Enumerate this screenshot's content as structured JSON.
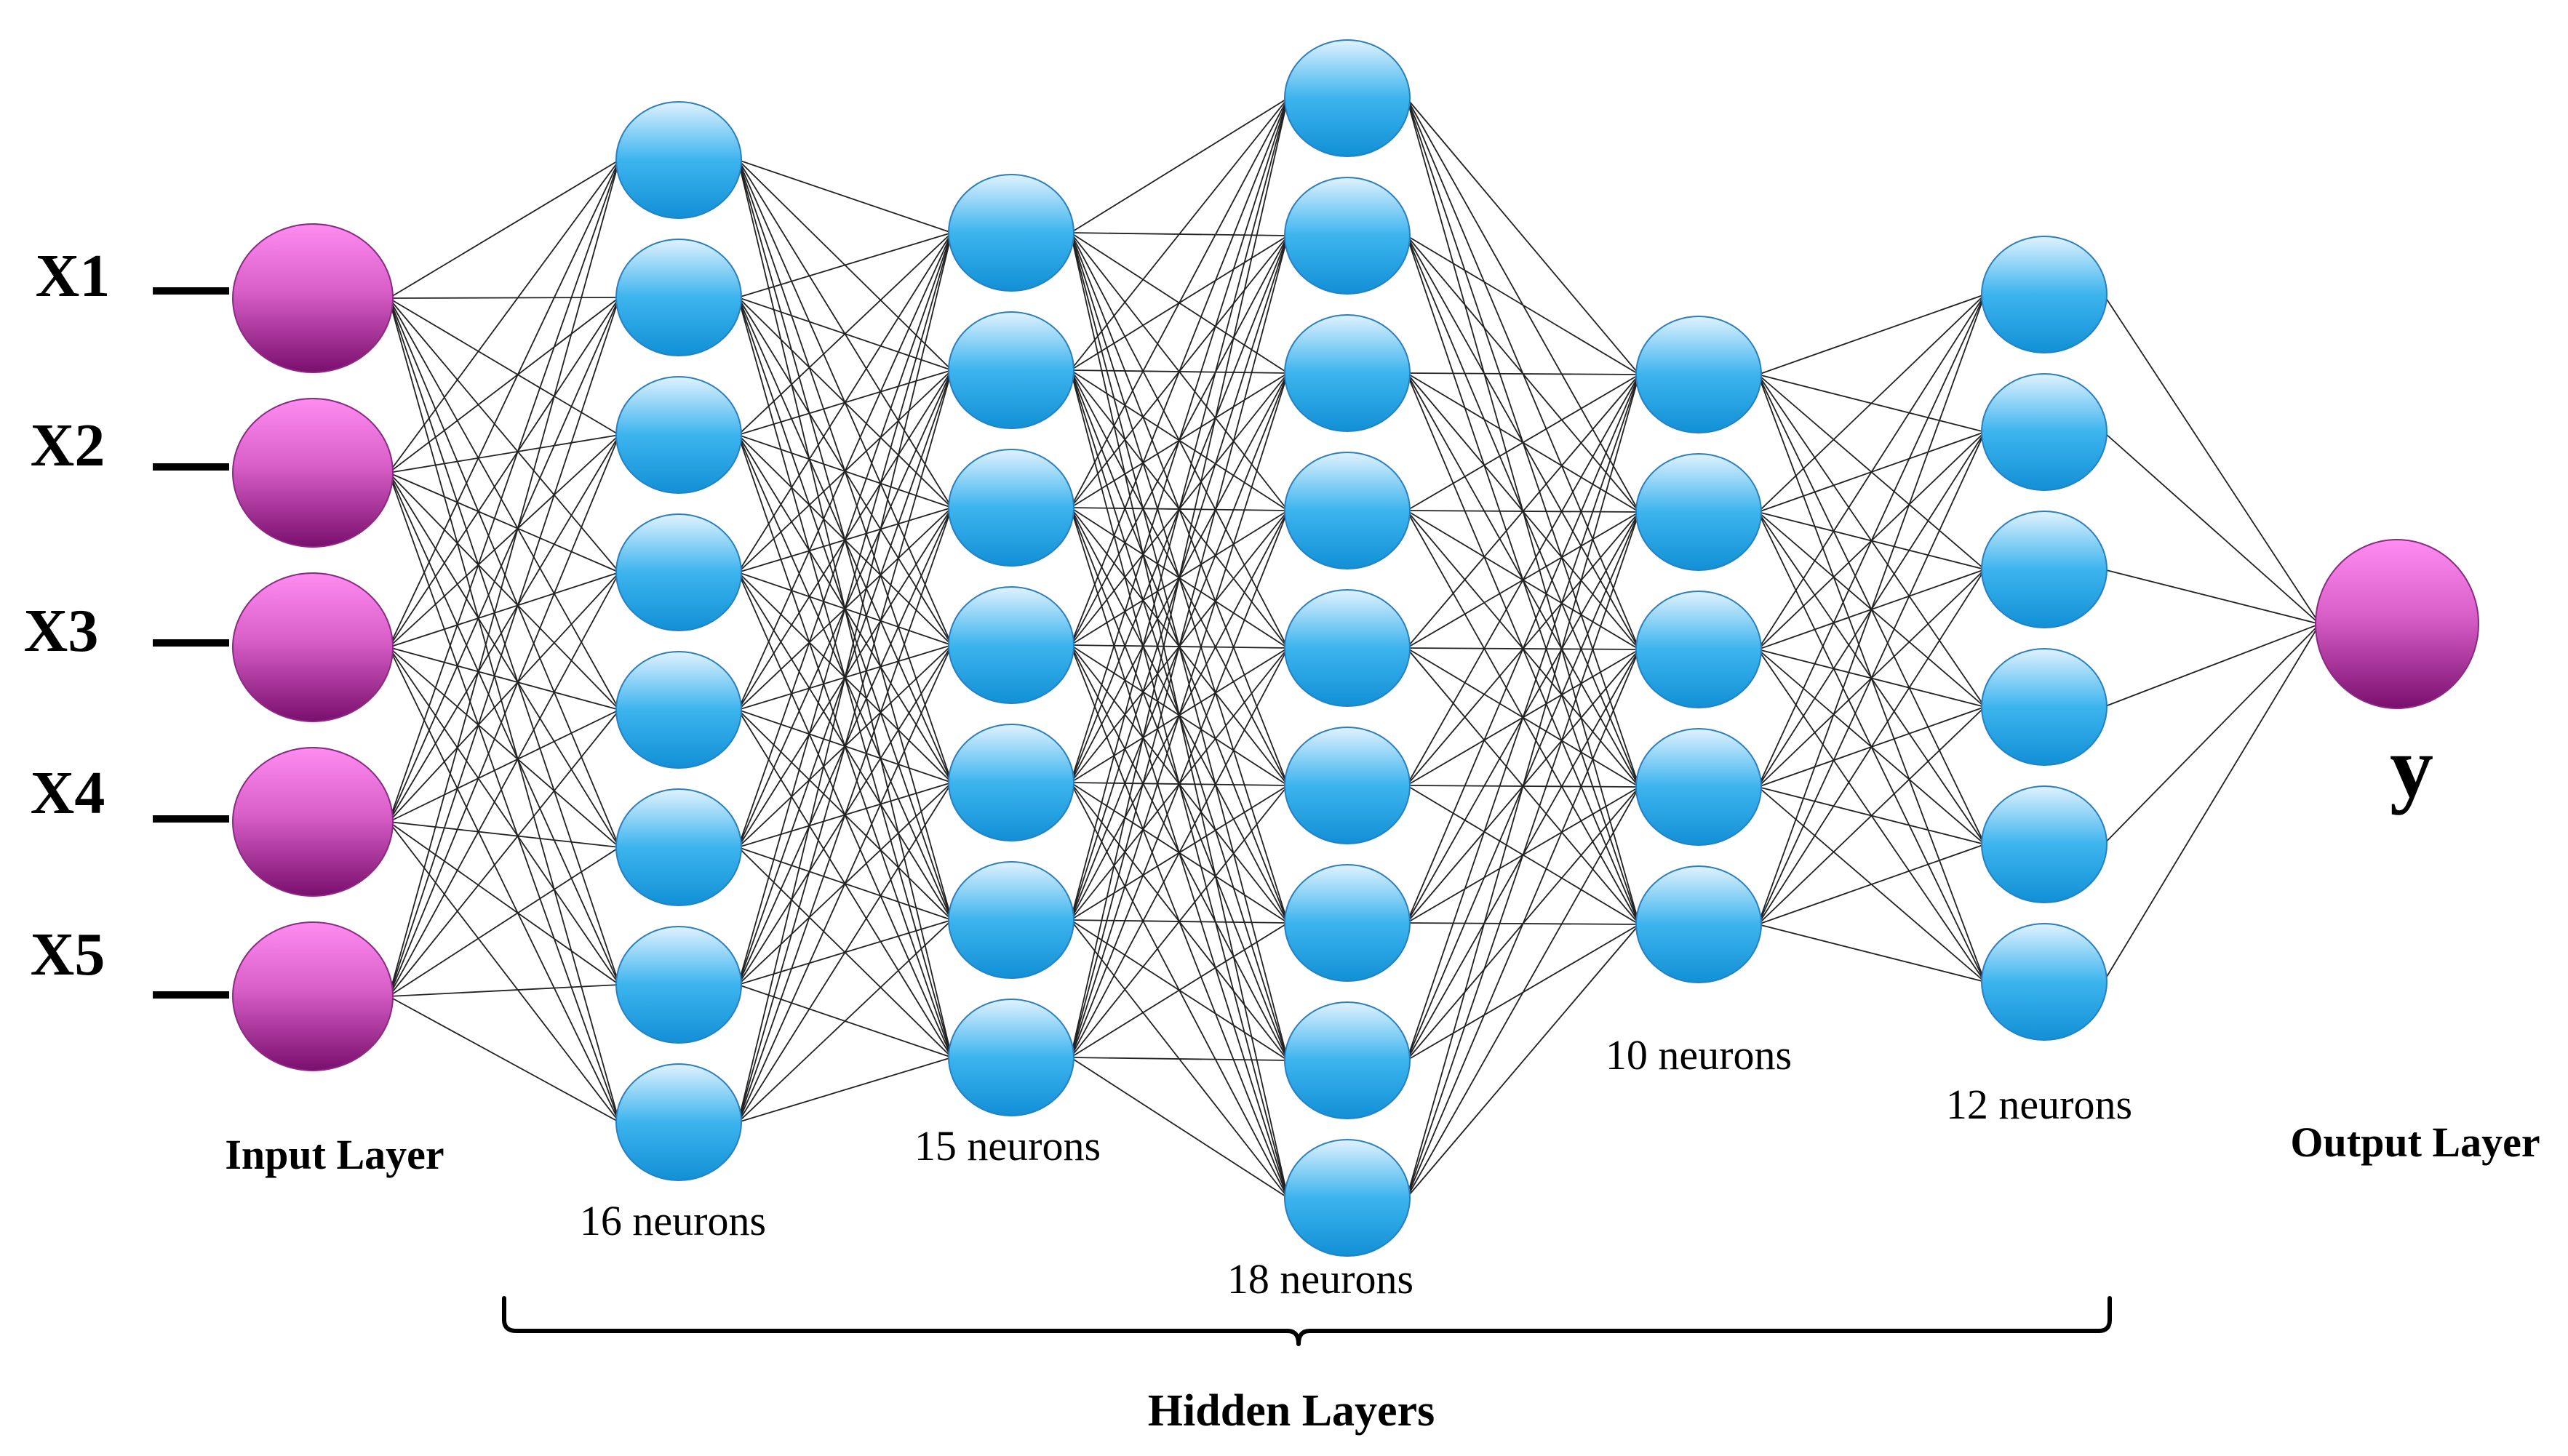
{
  "diagram": {
    "input_layer": {
      "title": "Input Layer",
      "inputs": [
        "X1",
        "X2",
        "X3",
        "X4",
        "X5"
      ]
    },
    "hidden_layers": {
      "title": "Hidden Layers",
      "layers": [
        {
          "neurons": 8,
          "label": "16 neurons"
        },
        {
          "neurons": 7,
          "label": "15 neurons"
        },
        {
          "neurons": 9,
          "label": "18 neurons"
        },
        {
          "neurons": 5,
          "label": "10 neurons"
        },
        {
          "neurons": 6,
          "label": "12 neurons"
        }
      ]
    },
    "output_layer": {
      "title": "Output Layer",
      "output": "y"
    },
    "colors": {
      "input_top": "#ff8cf2",
      "input_bottom": "#7a0f6e",
      "hidden_top": "#dff2ff",
      "hidden_mid": "#3cb4ee",
      "hidden_bottom": "#1290d6",
      "edge": "#222222"
    }
  }
}
